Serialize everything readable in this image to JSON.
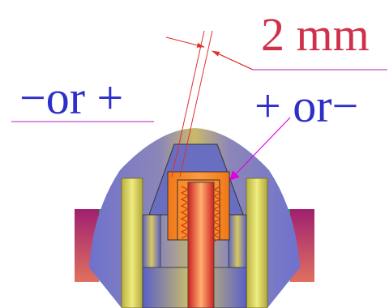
{
  "labels": {
    "dimension": "2 mm",
    "left_polarity": "−or +",
    "right_polarity": "+ or−"
  },
  "colors": {
    "dimension_text": "#d0304a",
    "polarity_text": "#2e2ec8",
    "underline": "#b020c0",
    "leader_arrow": "#e000e0",
    "dimension_line": "#e03030"
  }
}
